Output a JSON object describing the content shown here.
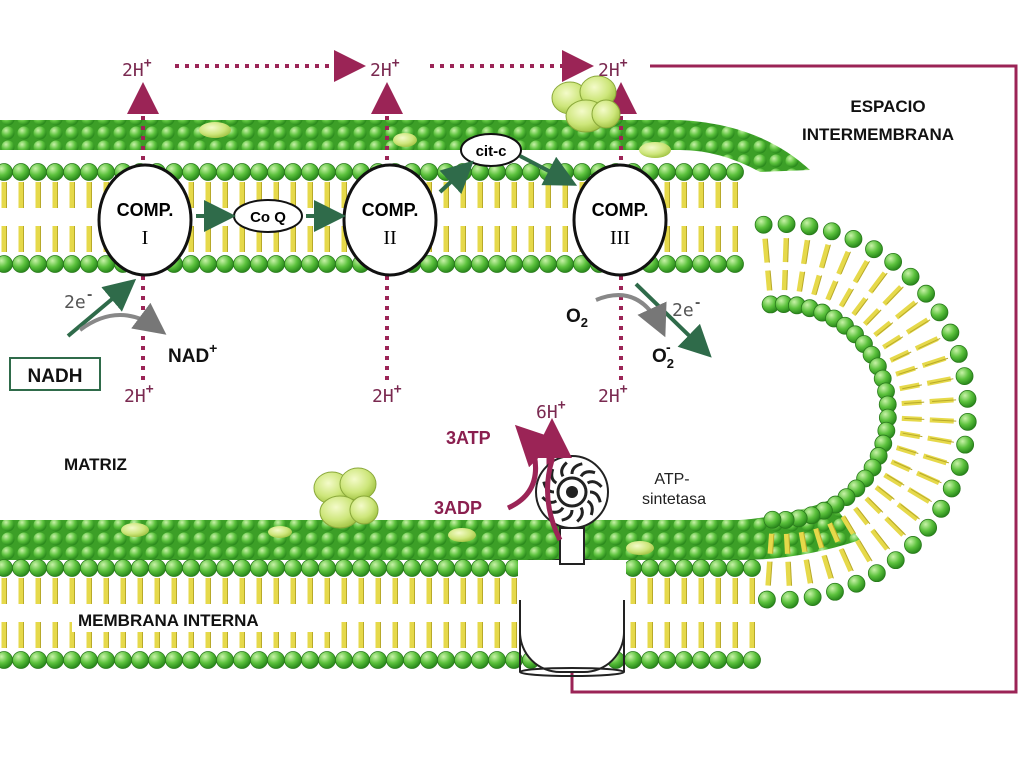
{
  "labels": {
    "espacio_line1": "ESPACIO",
    "espacio_line2": "INTERMEMBRANA",
    "matriz": "MATRIZ",
    "membrana": "MEMBRANA INTERNA",
    "atp_sint_line1": "ATP-",
    "atp_sint_line2": "sintetasa",
    "atp": "3ATP",
    "adp": "3ADP",
    "nadh": "NADH",
    "nad": "NAD",
    "nad_sup": "+",
    "coq": "Co Q",
    "citc": "cit-c",
    "o2": "O",
    "o2_sub": "2",
    "o2minus": "O",
    "o2minus_sub": "2",
    "o2minus_sup": "-",
    "e_left": "2e",
    "e_left_sup": "-",
    "e_right": "2e",
    "e_right_sup": "-",
    "h_6": "6H",
    "h_6_sup": "+"
  },
  "complexes": [
    {
      "title": "COMP.",
      "roman": "I"
    },
    {
      "title": "COMP.",
      "roman": "II"
    },
    {
      "title": "COMP.",
      "roman": "III"
    }
  ],
  "protons_top": [
    {
      "text": "2H",
      "sup": "+"
    },
    {
      "text": "2H",
      "sup": "+"
    },
    {
      "text": "2H",
      "sup": "+"
    }
  ],
  "protons_bottom": [
    {
      "text": "2H",
      "sup": "+"
    },
    {
      "text": "2H",
      "sup": "+"
    },
    {
      "text": "2H",
      "sup": "+"
    }
  ],
  "colors": {
    "head_green": "#3fae2a",
    "head_light": "#9be07a",
    "tail_yellow": "#e9dc4a",
    "proton_path": "#9b2456",
    "atp_text": "#8a1f4f",
    "arrow_green": "#2f7a52"
  }
}
